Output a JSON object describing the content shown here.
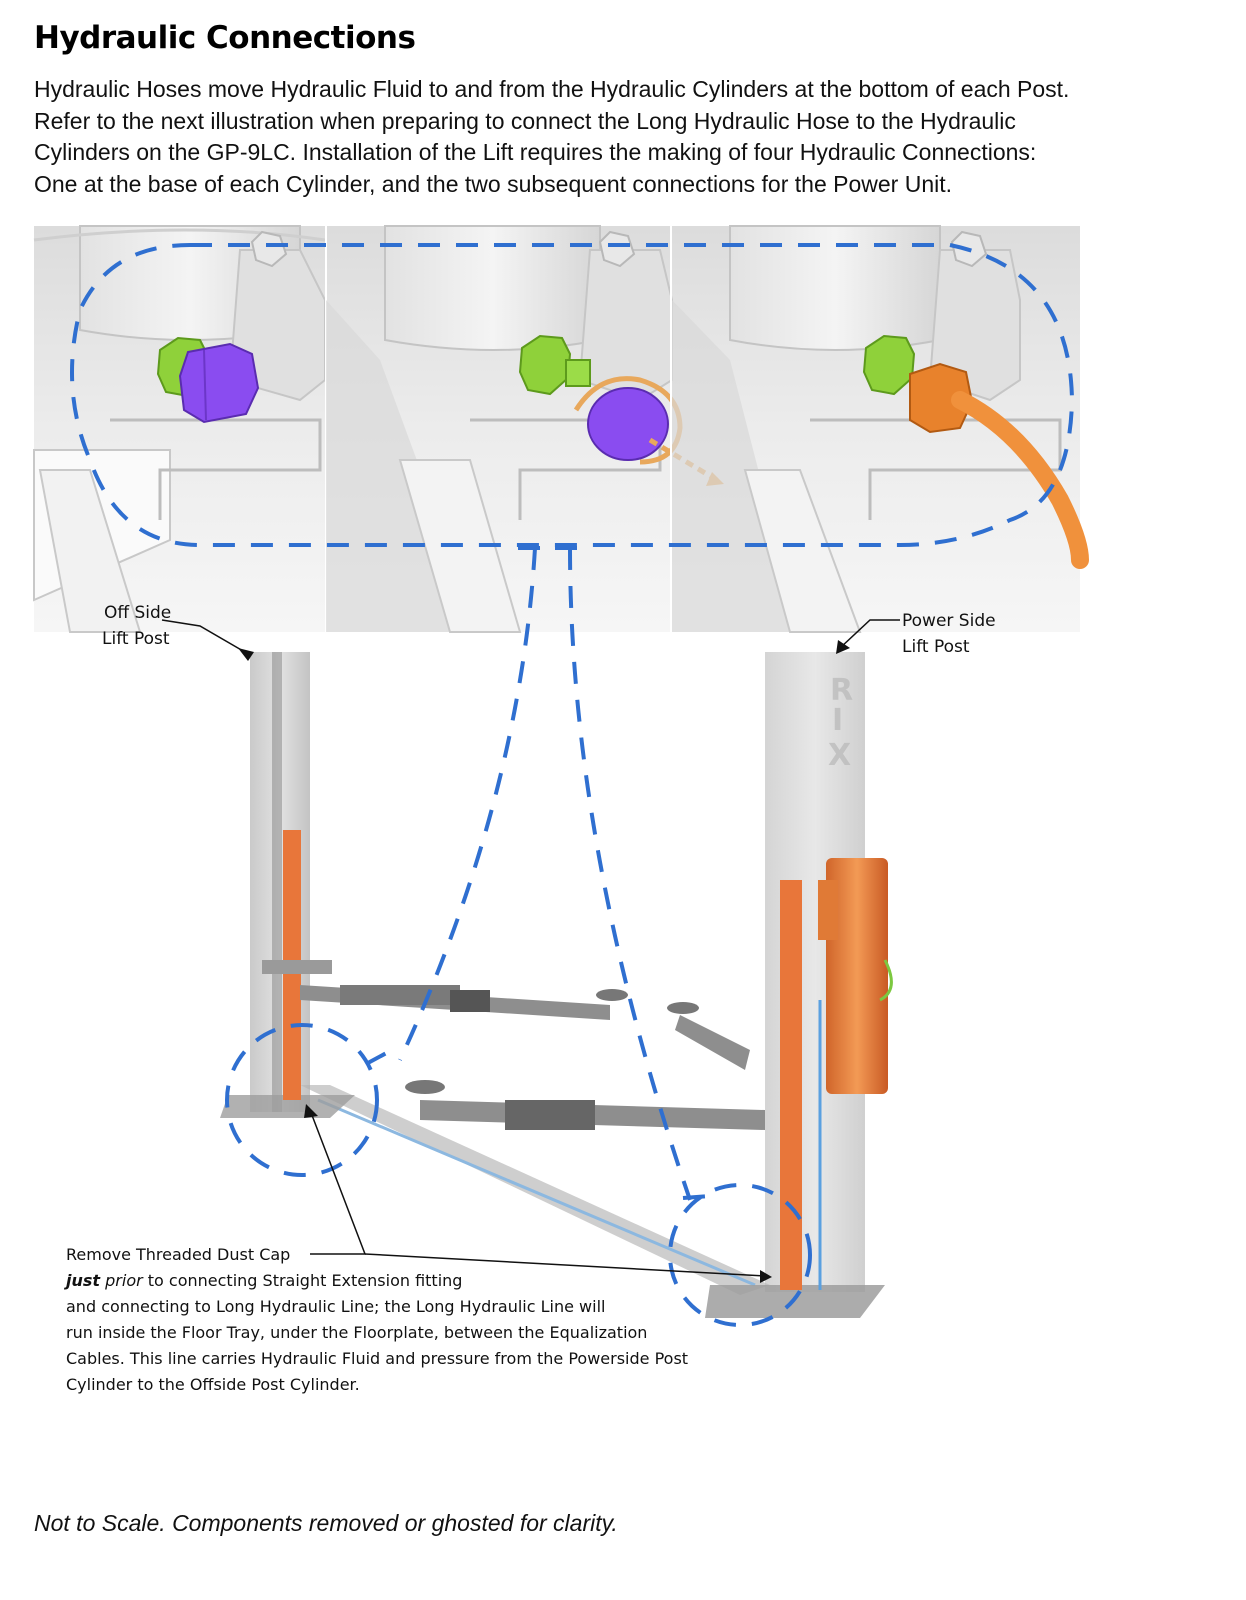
{
  "page": {
    "title": "Hydraulic Connections",
    "intro_lines": [
      "Hydraulic Hoses move Hydraulic Fluid to and from the Hydraulic Cylinders at the bottom of each Post.",
      "Refer to the next illustration when preparing to connect the Long Hydraulic Hose to the Hydraulic",
      "Cylinders on the GP-9LC. Installation of the Lift requires the making of four Hydraulic Connections:",
      "One at the base of each Cylinder, and the two subsequent connections for the Power Unit."
    ],
    "footer": "Not to Scale. Components removed or ghosted for clarity."
  },
  "figure": {
    "callouts": {
      "off_side": [
        "Off Side",
        "Lift Post"
      ],
      "power_side": [
        "Power Side",
        "Lift Post"
      ]
    },
    "brand_mark": "RIX",
    "note": {
      "line1": "Remove Threaded Dust Cap",
      "line2_bold_italic": "just",
      "line2_italic": "prior",
      "line2_rest": " to connecting Straight Extension fitting",
      "line3": "and connecting to Long Hydraulic Line; the Long Hydraulic Line will",
      "line4": "run inside the Floor Tray, under the Floorplate, between the Equalization",
      "line5": "Cables. This line carries Hydraulic Fluid and pressure from the Powerside Post",
      "line6": "Cylinder to the Offside Post Cylinder."
    },
    "colors": {
      "fitting_green": "#8fd13a",
      "dust_cap_purple": "#8a4cf0",
      "hose_orange": "#f0913c",
      "cylinder_orange": "#e8763a",
      "dash_blue": "#2f6fd0",
      "ghost_gray": "#9a9a9a"
    }
  }
}
